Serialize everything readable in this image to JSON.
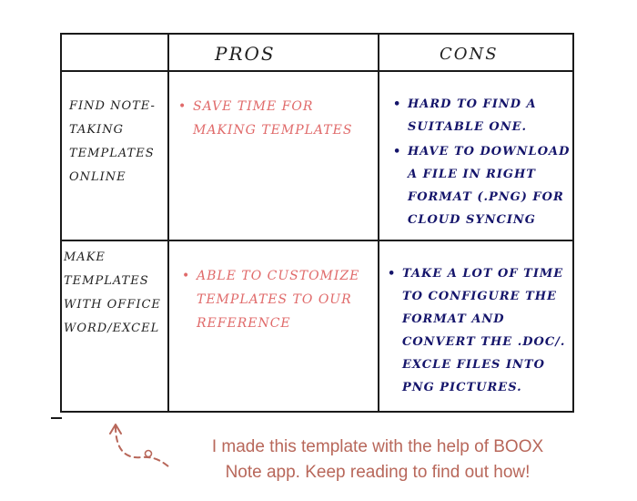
{
  "table": {
    "headers": {
      "pros": "PROS",
      "cons": "CONS"
    },
    "rows": [
      {
        "label": [
          "FIND NOTE-",
          "TAKING",
          "TEMPLATES",
          "ONLINE"
        ],
        "pros": [
          "SAVE TIME FOR MAKING TEMPLATES"
        ],
        "cons": [
          "HARD TO FIND A SUITABLE ONE.",
          "HAVE TO DOWNLOAD A FILE IN RIGHT FORMAT (.PNG) FOR CLOUD SYNCING"
        ]
      },
      {
        "label": [
          "MAKE",
          "TEMPLATES",
          "WITH OFFICE",
          "WORD/EXCEL"
        ],
        "pros": [
          "ABLE TO CUSTOMIZE TEMPLATES TO OUR REFERENCE"
        ],
        "cons": [
          "TAKE A LOT OF TIME TO CONFIGURE THE FORMAT AND CONVERT THE .DOC/. Excle FILES INTO PNG PICTURES."
        ]
      }
    ]
  },
  "caption": {
    "line1": "I made this template with the help of BOOX",
    "line2": "Note app. Keep reading to find out how!"
  },
  "colors": {
    "pros_ink": "#e06a6a",
    "cons_ink": "#15156b",
    "caption": "#b8675a"
  },
  "icons": [
    "curved-dashed-arrow-icon"
  ]
}
